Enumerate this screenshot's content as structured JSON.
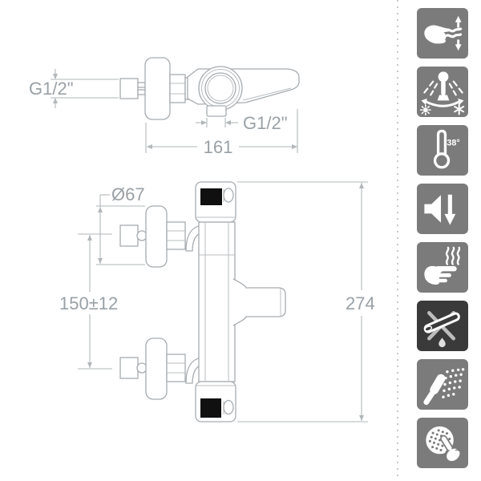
{
  "drawing": {
    "top_view": {
      "wall_thread_label": "G1/2\"",
      "outlet_thread_label": "G1/2\"",
      "width_dim": "161"
    },
    "front_view": {
      "flange_diameter_dim": "Ø67",
      "inlet_spacing_dim": "150±12",
      "height_dim": "274"
    }
  },
  "feature_icons": [
    {
      "name": "flow-adjustment",
      "desc": "hand with water flow and up-down arrow"
    },
    {
      "name": "temperature-mixing",
      "desc": "shower spray arc between hot and cold symbols"
    },
    {
      "name": "thermostatic-limit",
      "label": "38°",
      "desc": "thermometer set to 38 degrees"
    },
    {
      "name": "low-noise",
      "desc": "speaker with down arrow"
    },
    {
      "name": "cool-touch",
      "desc": "hand near hot surface with heat waves"
    },
    {
      "name": "anti-drip",
      "desc": "crossed-out pipe with water drop"
    },
    {
      "name": "hand-shower",
      "desc": "handheld shower with spray"
    },
    {
      "name": "push-control-spray",
      "desc": "finger pressing shower head"
    }
  ],
  "colors": {
    "icon_gray": "#7b7b7b",
    "icon_dark": "#3a3a3a",
    "glyph_white": "#ffffff",
    "outline_gray": "#a7acb0",
    "dimension_gray": "#b2b7ba",
    "label_gray": "#9aa1a6",
    "black_fill": "#101010",
    "dash_gray": "#c7c9cb"
  }
}
